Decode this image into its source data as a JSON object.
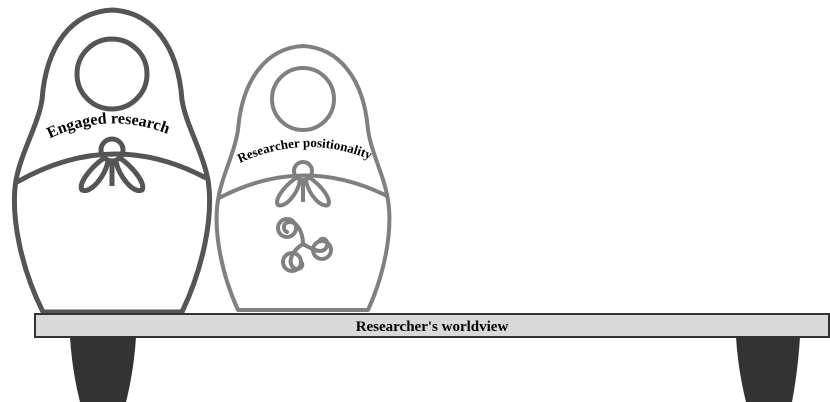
{
  "dolls": {
    "large": {
      "label": "Engaged research"
    },
    "small": {
      "label": "Researcher positionality"
    }
  },
  "shelf": {
    "label": "Researcher's worldview"
  },
  "colors": {
    "large_doll_stroke": "#555555",
    "small_doll_stroke": "#808080",
    "shelf_fill": "#d9d9d9",
    "shelf_legs": "#333333",
    "text": "#000000"
  }
}
